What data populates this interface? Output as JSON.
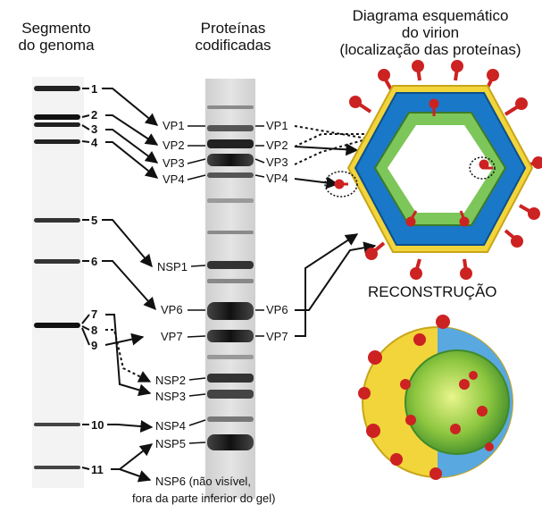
{
  "headers": {
    "genome_line1": "Segmento",
    "genome_line2": "do genoma",
    "proteins_line1": "Proteínas",
    "proteins_line2": "codificadas",
    "schematic_line1": "Diagrama esquemático",
    "schematic_line2": "do virion",
    "schematic_line3": "(localização das proteínas)"
  },
  "segments": [
    "1",
    "2",
    "3",
    "4",
    "5",
    "6",
    "7",
    "8",
    "9",
    "10",
    "11"
  ],
  "encoded_proteins": [
    "VP1",
    "VP2",
    "VP3",
    "VP4",
    "NSP1",
    "VP6",
    "VP7",
    "NSP2",
    "NSP3",
    "NSP4",
    "NSP5",
    "NSP6"
  ],
  "gel_proteins": [
    "VP1",
    "VP2",
    "VP3",
    "VP4",
    "VP6",
    "VP7"
  ],
  "nsp6_note_line1": "NSP6 (não visível,",
  "nsp6_note_line2": "fora da parte inferior do gel)",
  "reconstruction_label": "RECONSTRUÇÃO",
  "colors": {
    "outer_spike": "#cc2222",
    "inner_layer": "#1a78c8",
    "core_shell": "#7dc65a",
    "outer_layer": "#f2d53a"
  }
}
